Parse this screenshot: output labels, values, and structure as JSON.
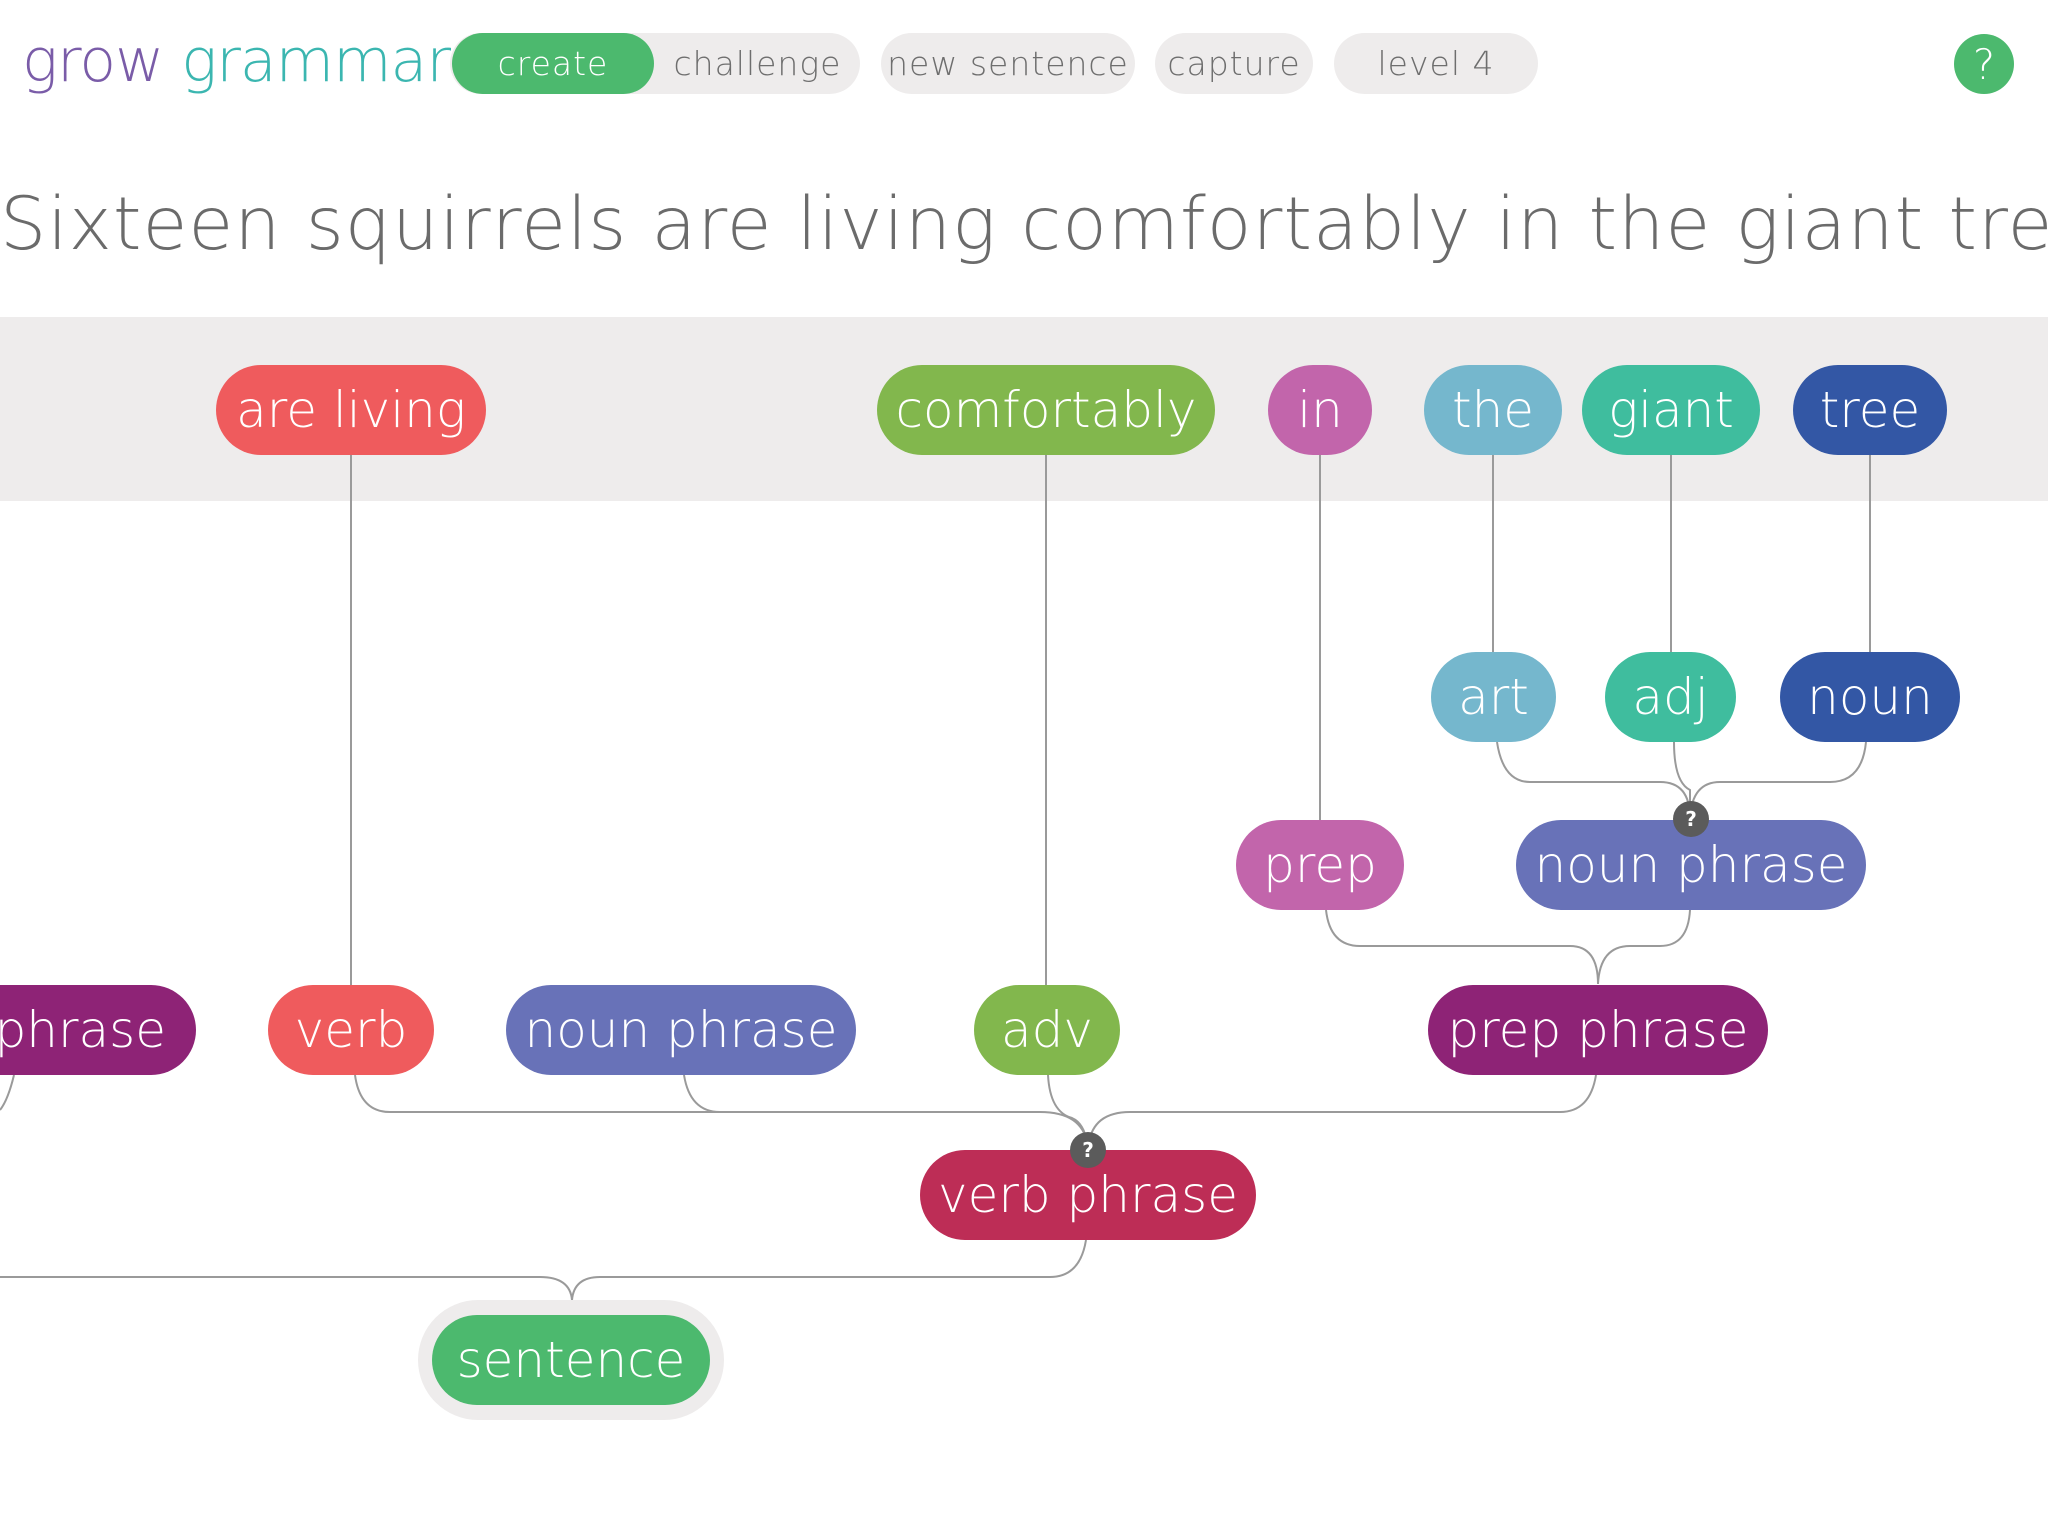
{
  "logo": {
    "word1": "grow",
    "word2": "grammar",
    "dot": "."
  },
  "nav": {
    "create": "create",
    "challenge": "challenge",
    "new_sentence": "new sentence",
    "capture": "capture",
    "level": "level 4",
    "help": "?"
  },
  "sentence": "Sixteen squirrels are living comfortably in the giant tree.",
  "words": {
    "are_living": "are living",
    "comfortably": "comfortably",
    "in": "in",
    "the": "the",
    "giant": "giant",
    "tree": "tree"
  },
  "nodes": {
    "art": "art",
    "adj": "adj",
    "noun": "noun",
    "prep": "prep",
    "noun_phrase_inner": "noun phrase",
    "phrase_left": "phrase",
    "verb": "verb",
    "noun_phrase_mid": "noun phrase",
    "adv": "adv",
    "prep_phrase": "prep phrase",
    "verb_phrase": "verb phrase",
    "sentence": "sentence"
  },
  "badges": {
    "q1": "?",
    "q2": "?"
  },
  "colors": {
    "green": "#4cb96e",
    "red": "#ef5b5d",
    "olive": "#82b74d",
    "magenta": "#c265ab",
    "lightblue": "#75b7cd",
    "teal": "#3fbd9e",
    "navy": "#3357a5",
    "indigo": "#6872b8",
    "purple": "#8e2376",
    "crimson": "#bd2d56"
  }
}
